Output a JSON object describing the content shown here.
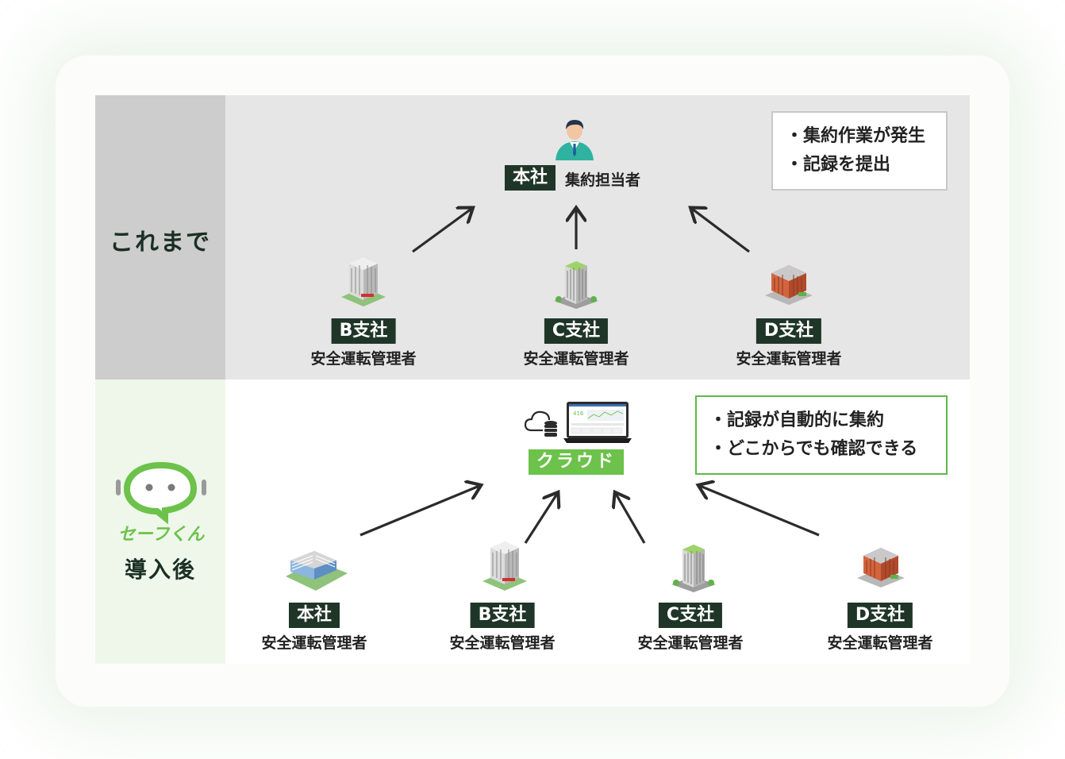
{
  "before": {
    "label": "これまで",
    "hq": {
      "tag": "本社",
      "role": "集約担当者"
    },
    "branches": [
      {
        "tag": "B支社",
        "role": "安全運転管理者"
      },
      {
        "tag": "C支社",
        "role": "安全運転管理者"
      },
      {
        "tag": "D支社",
        "role": "安全運転管理者"
      }
    ],
    "notes": [
      "・集約作業が発生",
      "・記録を提出"
    ]
  },
  "after": {
    "logo_text": "セーフくん",
    "label": "導入後",
    "cloud": {
      "tag": "クラウド",
      "screen_value": "416"
    },
    "offices": [
      {
        "tag": "本社",
        "role": "安全運転管理者"
      },
      {
        "tag": "B支社",
        "role": "安全運転管理者"
      },
      {
        "tag": "C支社",
        "role": "安全運転管理者"
      },
      {
        "tag": "D支社",
        "role": "安全運転管理者"
      }
    ],
    "notes": [
      "・記録が自動的に集約",
      "・どこからでも確認できる"
    ]
  },
  "colors": {
    "dark_tag": "#1f3528",
    "green_accent": "#6cc24a",
    "top_panel": "#e6e6e6",
    "side_top": "#cdcdcd",
    "side_bottom": "#eef7ea"
  }
}
